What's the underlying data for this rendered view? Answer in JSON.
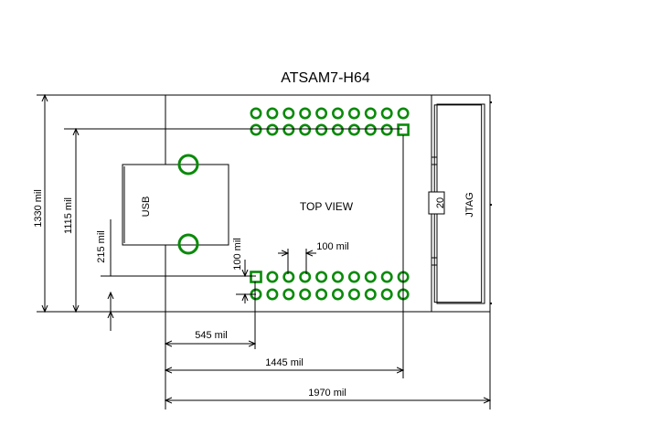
{
  "title": "ATSAM7-H64",
  "view_label": "TOP VIEW",
  "usb_label": "USB",
  "jtag_label": "JTAG",
  "jtag_pin_label": "20",
  "dimensions": {
    "height_total": "1330 mil",
    "height_pin1": "1115 mil",
    "usb_offset": "215 mil",
    "row_pitch": "100 mil",
    "pin_pitch": "100 mil",
    "pin1_x": "545 mil",
    "header_span": "1445 mil",
    "width_total": "1970 mil"
  },
  "header": {
    "columns": 10,
    "rows": 2,
    "pin1_square": true
  }
}
